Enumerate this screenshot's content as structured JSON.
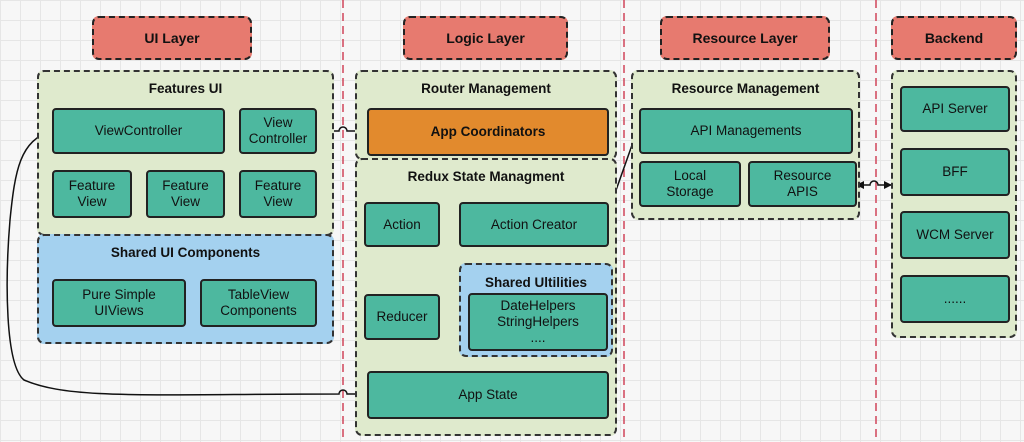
{
  "layers": {
    "ui": "UI  Layer",
    "logic": "Logic  Layer",
    "resource": "Resource  Layer",
    "backend": "Backend"
  },
  "groups": {
    "features_ui": "Features UI",
    "shared_ui_components": "Shared UI Components",
    "router_management": "Router Management",
    "redux_state": "Redux State Managment",
    "shared_utilities": "Shared Ultilities",
    "resource_management": "Resource Management"
  },
  "nodes": {
    "view_controller": "ViewController",
    "view_controller_2": "View\nController",
    "feature_view_1": "Feature\nView",
    "feature_view_2": "Feature\nView",
    "feature_view_3": "Feature\nView",
    "pure_simple_uiviews": "Pure Simple\nUIViews",
    "tableview_components": "TableView\nComponents",
    "app_coordinators": "App Coordinators",
    "action": "Action",
    "action_creator": "Action Creator",
    "reducer": "Reducer",
    "helpers": "DateHelpers\nStringHelpers\n....",
    "app_state": "App State",
    "api_managements": "API Managements",
    "local_storage": "Local\nStorage",
    "resource_apis": "Resource\nAPIS",
    "api_server": "API Server",
    "bff": "BFF",
    "wcm_server": "WCM Server",
    "more": "......"
  },
  "colors": {
    "header": "#e77a6f",
    "group_green": "#dfeacd",
    "group_blue": "#a4d1ef",
    "node": "#4db89f",
    "node_highlight": "#e28a2d",
    "separator": "#d0455a"
  }
}
